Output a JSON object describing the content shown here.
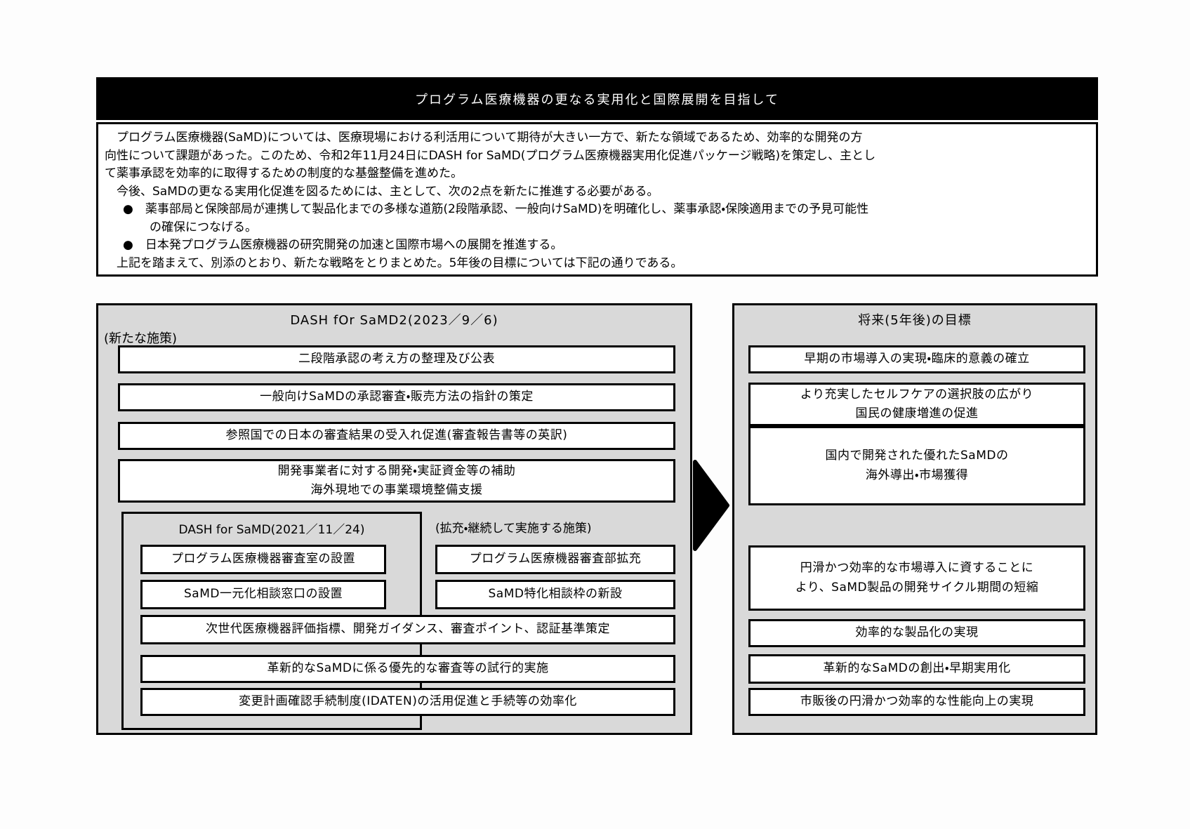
{
  "header": {
    "title": "プログラム医療機器の更なる実用化と国際展開を目指して"
  },
  "intro": {
    "lines": [
      "　プログラム医療機器(SaMD)については、医療現場における利活用について期待が大きい一方で、新たな領域であるため、効率的な開発の方",
      "向性について課題があった。このため、令和2年11月24日にDASH for SaMD(プログラム医療機器実用化促進パッケージ戦略)を策定し、主とし",
      "て薬事承認を効率的に取得するための制度的な基盤整備を進めた。",
      "　今後、SaMDの更なる実用化促進を図るためには、主として、次の2点を新たに推進する必要がある。",
      "●　薬事部局と保険部局が連携して製品化までの多様な道筋(2段階承認、一般向けSaMD)を明確化し、薬事承認・保険適用までの予見可能性",
      "の確保につなげる。",
      "●　日本発プログラム医療機器の研究開発の加速と国際市場への展開を推進する。",
      "　上記を踏まえて、別添のとおり、新たな戦略をとりまとめた。5年後の目標については下記の通りである。"
    ]
  },
  "left_panel": {
    "title": "DASH fOr SaMD2(2023／9／6)",
    "subtitle": "(新たな施策)",
    "boxes": [
      "二段階承認の考え方の整理及び公表",
      "一般向けSaMDの承認審査・販売方法の指針の策定",
      "参照国での日本の審査結果の受入れ促進(審査報告書等の英訳)",
      "開発事業者に対する開発・実証資金等の補助\n海外現地での事業環境整備支援"
    ],
    "nested": {
      "title": "DASH for SaMD(2021／11／24)",
      "note": "(拡充・継続して実施する施策)",
      "left_boxes": [
        "プログラム医療機器審査室の設置",
        "SaMD一元化相談窓口の設置"
      ],
      "right_boxes": [
        "プログラム医療機器審査部拡充",
        "SaMD特化相談枠の新設"
      ],
      "wide_boxes": [
        "次世代医療機器評価指標、開発ガイダンス、審査ポイント、認証基準策定",
        "革新的なSaMDに係る優先的な審査等の試行的実施",
        "変更計画確認手続制度(IDATEN)の活用促進と手続等の効率化"
      ]
    }
  },
  "right_panel": {
    "title": "将来(5年後)の目標",
    "boxes": [
      "早期の市場導入の実現・臨床的意義の確立",
      "より充実したセルフケアの選択肢の広がり\n国民の健康増進の促進",
      "国内で開発された優れたSaMDの\n海外導出・市場獲得",
      "円滑かつ効率的な市場導入に資することに\nより、SaMD製品の開発サイクル期間の短縮",
      "効率的な製品化の実現",
      "革新的なSaMDの創出・早期実用化",
      "市販後の円滑かつ効率的な性能向上の実現"
    ]
  },
  "colors": {
    "header_bg": "#000000",
    "header_text": "#ffffff",
    "panel_bg": "#d9d9d9",
    "border": "#000000",
    "box_bg": "#ffffff"
  }
}
